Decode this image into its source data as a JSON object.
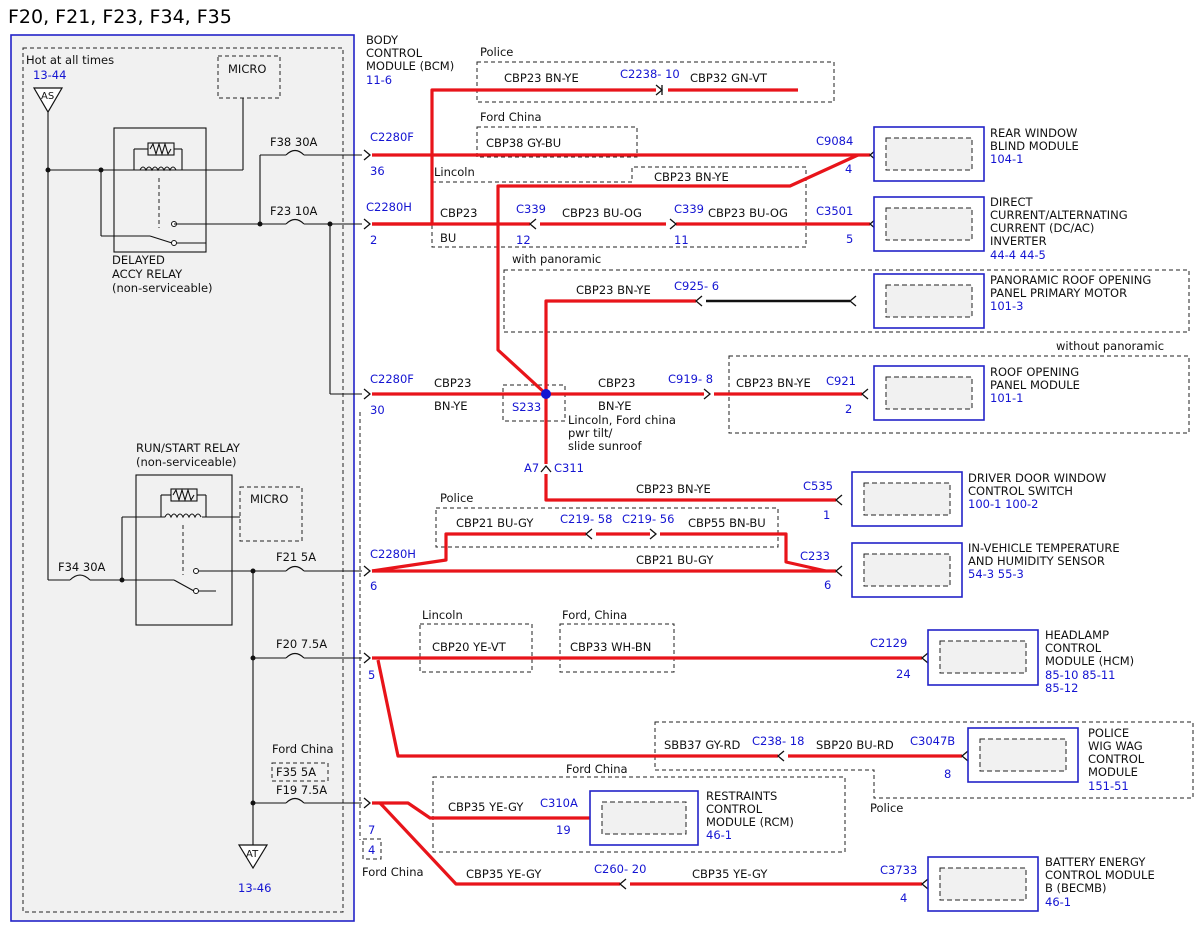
{
  "page_title": "F20, F21, F23, F34, F35",
  "left_panel": {
    "hot_label": "Hot at all times",
    "hot_ref": "13-44",
    "as_label": "AS",
    "at_label": "AT",
    "at_ref": "13-46",
    "micro_top": "MICRO",
    "micro_bottom": "MICRO",
    "delayed_relay": [
      "DELAYED",
      "ACCY RELAY",
      "(non-serviceable)"
    ],
    "run_relay": [
      "RUN/START RELAY",
      "(non-serviceable)"
    ],
    "fuses": {
      "f38": "F38  30A",
      "f23": "F23  10A",
      "f34": "F34  30A",
      "f21": "F21  5A",
      "f20": "F20  7.5A",
      "f35": "F35  5A",
      "f19": "F19  7.5A",
      "ford_china": "Ford China"
    }
  },
  "bcm": {
    "lines": [
      "BODY",
      "CONTROL",
      "MODULE (BCM)"
    ],
    "ref": "11-6"
  },
  "connectors": {
    "c2280f_a": "C2280F",
    "pin_36": "36",
    "c2280h_a": "C2280H",
    "pin_2": "2",
    "c2280f_b": "C2280F",
    "pin_30": "30",
    "c2280h_b": "C2280H",
    "pin_6": "6",
    "pin_5": "5",
    "pin_7": "7",
    "pin_4": "4",
    "ford_china_left": "Ford China"
  },
  "zones": {
    "police_top": "Police",
    "ford_china_top": "Ford China",
    "lincoln": "Lincoln",
    "with_panoramic": "with panoramic",
    "without_panoramic": "without panoramic",
    "police_mid": "Police",
    "lincoln_lower": "Lincoln",
    "ford_china_lower": "Ford, China",
    "police_bottom": "Police",
    "ford_china_rcm": "Ford China"
  },
  "circuits": {
    "police_wire_a": "CBP23  BN-YE",
    "c2238": "C2238",
    "c2238_pin": "10",
    "police_wire_b": "CBP32  GN-VT",
    "fc_wire": "CBP38  GY-BU",
    "c9084": "C9084",
    "c9084_pin": "4",
    "lincoln_wire_top": "CBP23  BN-YE",
    "cbp23_bu_top": "CBP23",
    "cbp23_bu_bottom": "BU",
    "c339_a": "C339",
    "c339_a_pin": "12",
    "c339_wire": "CBP23  BU-OG",
    "c339_b": "C339",
    "c339_b_pin": "11",
    "c339_wire_b": "CBP23  BU-OG",
    "c3501": "C3501",
    "c3501_pin": "5",
    "pano_wire": "CBP23  BN-YE",
    "c925": "C925",
    "c925_pin": "6",
    "s233_wire_l1": "CBP23",
    "s233_wire_l2": "BN-YE",
    "s233": "S233",
    "s233_wire_r1": "CBP23",
    "s233_wire_r2": "BN-YE",
    "s233_note": [
      "Lincoln, Ford china",
      "pwr tilt/",
      "slide sunroof"
    ],
    "c919": "C919",
    "c919_pin": "8",
    "c921_wire": "CBP23  BN-YE",
    "c921": "C921",
    "c921_pin": "2",
    "a7": "A7",
    "c311": "C311",
    "c535_wire": "CBP23  BN-YE",
    "c535": "C535",
    "c535_pin": "1",
    "cbp21_police": "CBP21  BU-GY",
    "c219_a": "C219",
    "c219_a_pin": "58",
    "c219_b": "C219",
    "c219_b_pin": "56",
    "cbp55": "CBP55  BN-BU",
    "c233_wire": "CBP21  BU-GY",
    "c233": "C233",
    "c233_pin": "6",
    "cbp20": "CBP20  YE-VT",
    "cbp33": "CBP33  WH-BN",
    "c2129": "C2129",
    "c2129_pin": "24",
    "sbb37": "SBB37  GY-RD",
    "c238": "C238",
    "c238_pin": "18",
    "sbp20": "SBP20  BU-RD",
    "c3047b": "C3047B",
    "c3047b_pin": "8",
    "cbp35_rcm": "CBP35  YE-GY",
    "c310a": "C310A",
    "c310a_pin": "19",
    "cbp35_a": "CBP35  YE-GY",
    "c260": "C260",
    "c260_pin": "20",
    "cbp35_b": "CBP35  YE-GY",
    "c3733": "C3733",
    "c3733_pin": "4"
  },
  "modules": {
    "rear_blind": {
      "lines": [
        "REAR WINDOW",
        "BLIND MODULE"
      ],
      "ref": "104-1"
    },
    "dcac": {
      "lines": [
        "DIRECT",
        "CURRENT/ALTERNATING",
        "CURRENT (DC/AC)",
        "INVERTER"
      ],
      "ref": "44-4  44-5"
    },
    "pano_motor": {
      "lines": [
        "PANORAMIC ROOF OPENING",
        "PANEL PRIMARY MOTOR"
      ],
      "ref": "101-3"
    },
    "roof_panel": {
      "lines": [
        "ROOF OPENING",
        "PANEL MODULE"
      ],
      "ref": "101-1"
    },
    "driver_door": {
      "lines": [
        "DRIVER DOOR WINDOW",
        "CONTROL SWITCH"
      ],
      "ref": "100-1 100-2"
    },
    "temp_sensor": {
      "lines": [
        "IN-VEHICLE TEMPERATURE",
        "AND HUMIDITY SENSOR"
      ],
      "ref": "54-3  55-3"
    },
    "hcm": {
      "lines": [
        "HEADLAMP",
        "CONTROL",
        "MODULE (HCM)"
      ],
      "ref1": "85-10 85-11",
      "ref2": "85-12"
    },
    "wigwag": {
      "lines": [
        "POLICE",
        "WIG WAG",
        "CONTROL",
        "MODULE"
      ],
      "ref": "151-51"
    },
    "rcm": {
      "lines": [
        "RESTRAINTS",
        "CONTROL",
        "MODULE (RCM)"
      ],
      "ref": "46-1"
    },
    "becmb": {
      "lines": [
        "BATTERY ENERGY",
        "CONTROL MODULE",
        "B (BECMB)"
      ],
      "ref": "46-1"
    }
  },
  "colors": {
    "wire": "#e8141a",
    "link": "#1414d2",
    "module_border": "#2323c8"
  }
}
